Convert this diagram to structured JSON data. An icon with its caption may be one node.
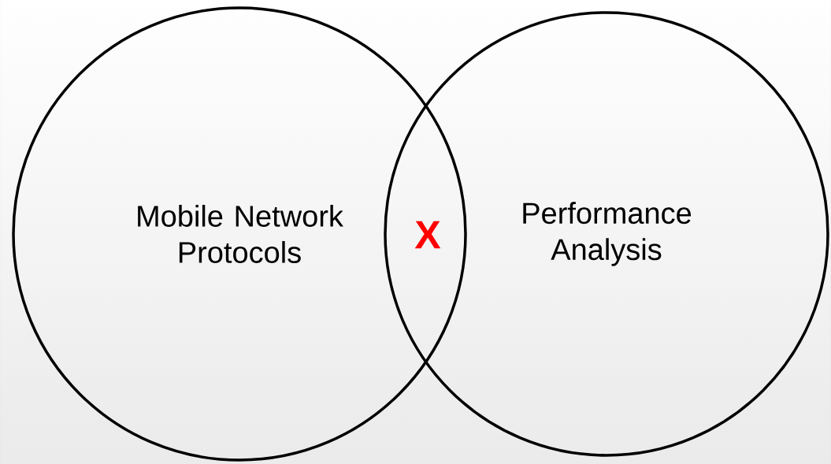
{
  "diagram": {
    "nodes": [
      {
        "text": [
          "Mobile Network Protocols"
        ]
      },
      {
        "text": [
          "Performance Analysis"
        ]
      }
    ],
    "labels": [
      "X"
    ]
  }
}
